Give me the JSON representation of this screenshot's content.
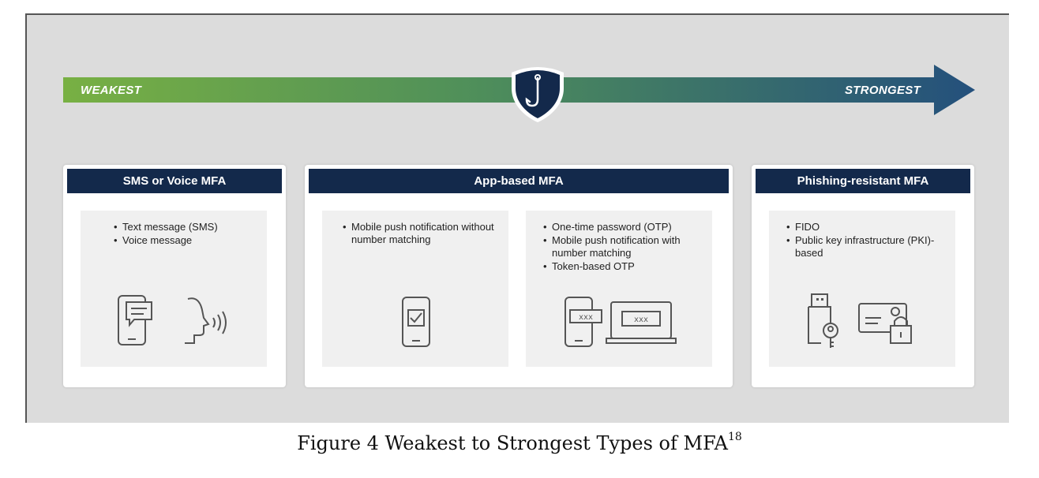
{
  "arrow": {
    "left_label": "WEAKEST",
    "right_label": "STRONGEST",
    "center_icon": "shield-fishhook-icon",
    "gradient_start": "#78b043",
    "gradient_end": "#24507c"
  },
  "panels": [
    {
      "title": "SMS or Voice MFA",
      "cards": [
        {
          "items": [
            "Text message (SMS)",
            "Voice message"
          ],
          "icons": [
            "phone-chat-icon",
            "voice-speaking-icon"
          ]
        }
      ]
    },
    {
      "title": "App-based MFA",
      "cards": [
        {
          "items": [
            "Mobile push notification without number matching"
          ],
          "icons": [
            "phone-check-icon"
          ]
        },
        {
          "items": [
            "One-time password (OTP)",
            "Mobile push notification with number matching",
            "Token-based OTP"
          ],
          "icons": [
            "phone-otp-icon",
            "laptop-otp-icon"
          ]
        }
      ]
    },
    {
      "title": "Phishing-resistant MFA",
      "cards": [
        {
          "items": [
            "FIDO",
            "Public key infrastructure (PKI)-based"
          ],
          "icons": [
            "usb-key-icon",
            "id-card-lock-icon"
          ]
        }
      ]
    }
  ],
  "caption": {
    "text": "Figure 4 Weakest to Strongest Types of MFA",
    "superscript": "18"
  },
  "colors": {
    "header": "#13294b",
    "icon_stroke": "#555555",
    "background": "#dcdcdc"
  }
}
